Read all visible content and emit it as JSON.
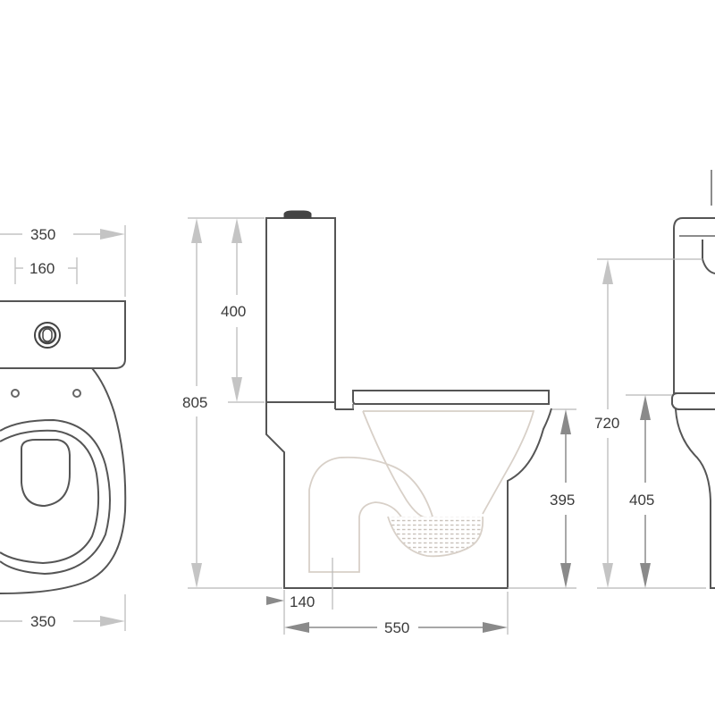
{
  "dimensions": {
    "top_view_tank_width": "350",
    "top_view_bolt_spacing": "160",
    "top_view_bowl_width": "350",
    "side_total_height": "805",
    "side_tank_height": "400",
    "side_seat_height": "395",
    "side_outlet_offset": "140",
    "side_depth": "550",
    "front_seat_height": "720",
    "front_bowl_height": "405"
  }
}
